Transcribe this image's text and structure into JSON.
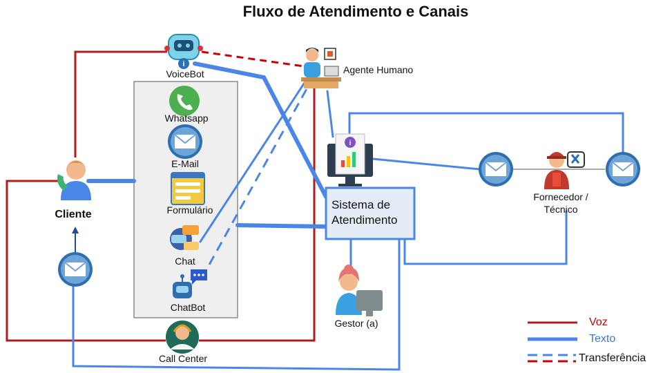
{
  "title": "Fluxo de Atendimento e Canais",
  "nodes": {
    "voicebot": "VoiceBot",
    "agente": "Agente Humano",
    "cliente": "Cliente",
    "whatsapp": "Whatsapp",
    "email": "E-Mail",
    "formulario": "Formulário",
    "chat": "Chat",
    "chatbot": "ChatBot",
    "callcenter": "Call Center",
    "sistema": "Sistema de\nAtendimento",
    "fornecedor": "Fornecedor /\nTécnico",
    "gestor": "Gestor (a)"
  },
  "legend": {
    "voz": "Voz",
    "texto": "Texto",
    "transferencia": "Transferência"
  },
  "colors": {
    "voz": "#b01c1c",
    "texto": "#4a86e8",
    "voz_label": "#cc0000",
    "texto_label": "#3c78d8",
    "panel": "#efefef"
  }
}
